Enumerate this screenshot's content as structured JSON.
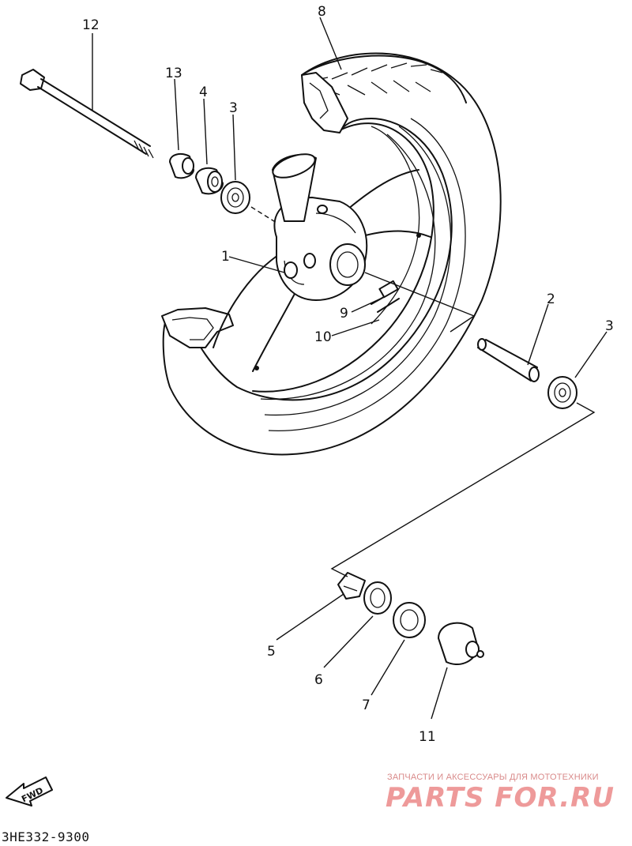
{
  "diagram": {
    "document_code": "3HE332-9300",
    "direction_label": "FWD",
    "part_numbers": [
      "1",
      "2",
      "3",
      "3",
      "4",
      "5",
      "6",
      "7",
      "8",
      "9",
      "10",
      "11",
      "12",
      "13"
    ]
  },
  "watermark": {
    "tagline": "ЗАПЧАСТИ И АКСЕССУАРЫ ДЛЯ МОТОТЕХНИКИ",
    "brand": "PARTS FOR.RU"
  }
}
